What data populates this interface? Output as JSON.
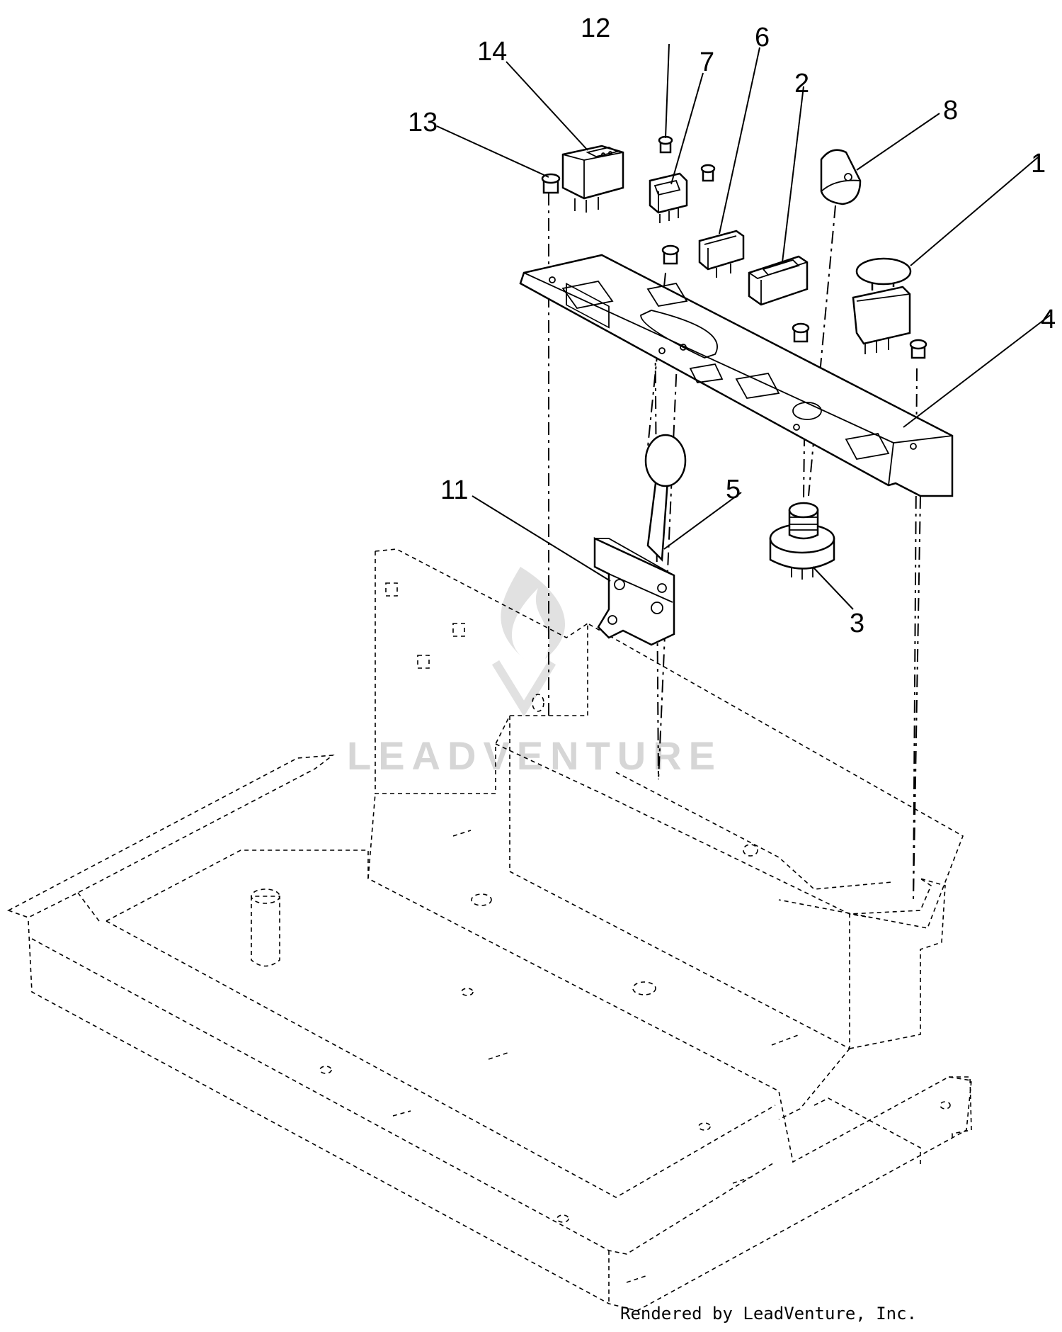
{
  "callouts": [
    {
      "label": "1"
    },
    {
      "label": "2"
    },
    {
      "label": "3"
    },
    {
      "label": "4"
    },
    {
      "label": "5"
    },
    {
      "label": "6"
    },
    {
      "label": "7"
    },
    {
      "label": "8"
    },
    {
      "label": "11"
    },
    {
      "label": "12"
    },
    {
      "label": "13"
    },
    {
      "label": "14"
    }
  ],
  "watermark": {
    "text": "LEADVENTURE"
  },
  "credit": {
    "text": "Rendered by LeadVenture, Inc."
  },
  "colors": {
    "line": "#000000",
    "watermark": "#d6d6d6",
    "background": "#ffffff"
  }
}
